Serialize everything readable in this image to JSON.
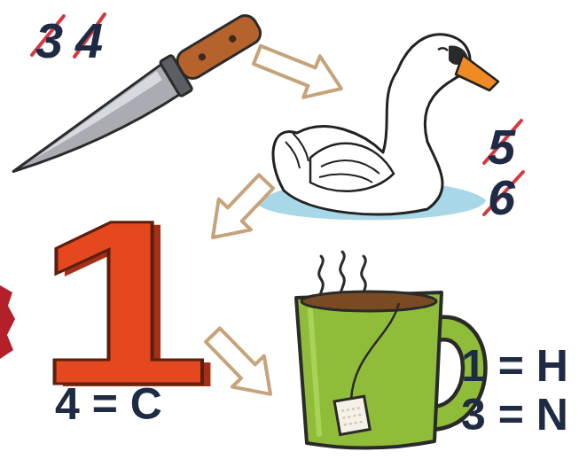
{
  "diagram": {
    "nodes": [
      {
        "text": [
          "3",
          "4"
        ]
      },
      {
        "text": [
          "5",
          "6"
        ]
      },
      {
        "text": [
          "1",
          "4 = C"
        ]
      },
      {
        "text": [
          "1 = H",
          "3 = N"
        ]
      }
    ],
    "edges": [
      {
        "from": 0,
        "to": 1,
        "arrow": "to"
      },
      {
        "from": 1,
        "to": 2,
        "arrow": "to"
      },
      {
        "from": 2,
        "to": 3,
        "arrow": "to"
      }
    ]
  }
}
